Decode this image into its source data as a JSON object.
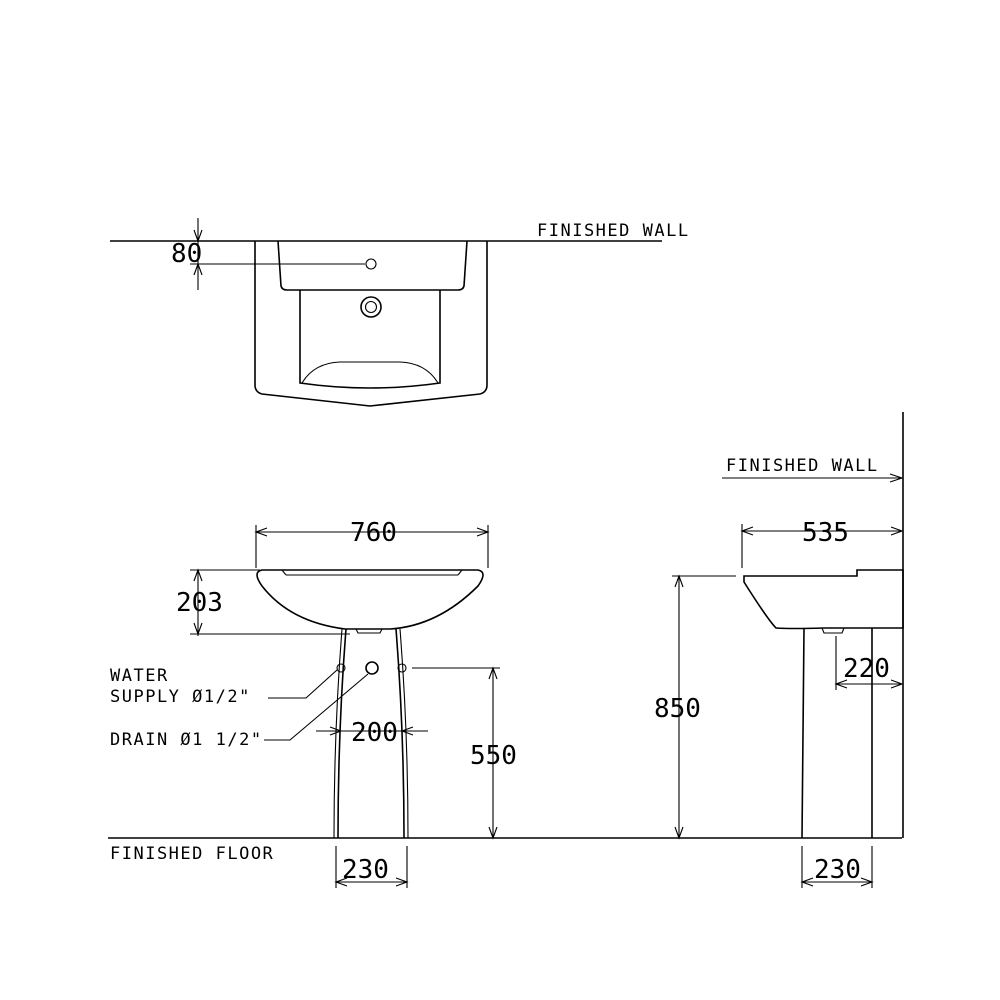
{
  "labels": {
    "finished_wall_top": "FINISHED  WALL",
    "finished_wall_side": "FINISHED  WALL",
    "finished_floor": "FINISHED  FLOOR",
    "water_supply_line1": "WATER",
    "water_supply_line2": "SUPPLY Ø1/2\"",
    "drain": "DRAIN Ø1  1/2\""
  },
  "dimensions": {
    "wall_to_tap_hole": "80",
    "basin_width": "760",
    "basin_height": "203",
    "supply_spacing": "200",
    "supply_height": "550",
    "pedestal_width_front": "230",
    "basin_depth": "535",
    "overall_height": "850",
    "wall_to_drain": "220",
    "pedestal_width_side": "230"
  }
}
